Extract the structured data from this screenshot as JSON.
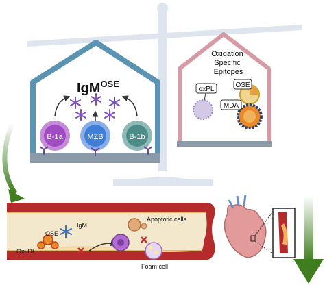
{
  "igm_house": {
    "title_main": "IgM",
    "title_sup": "OSE",
    "cells": [
      {
        "label": "B-1a",
        "color": "#a04cc4"
      },
      {
        "label": "MZB",
        "color": "#3f7fd6"
      },
      {
        "label": "B-1b",
        "color": "#4e8c8a"
      }
    ]
  },
  "ose_house": {
    "title_lines": [
      "Oxidation",
      "Specific",
      "Epitopes"
    ],
    "tags": {
      "oxpl": "oxPL",
      "ose": "OSE",
      "mda": "MDA"
    }
  },
  "vessel": {
    "labels": {
      "igm": "IgM",
      "apoptotic": "Apoptotic cells",
      "ose": "OSE",
      "oxldl": "OxLDL",
      "foam": "Foam cell"
    }
  },
  "colors": {
    "igm_house_stroke": "#5b93b3",
    "ose_house_stroke": "#d69aa4",
    "scale": "#dfe5ee",
    "vessel": "#b52a2a",
    "arrow_green": "#3f7d1f"
  }
}
